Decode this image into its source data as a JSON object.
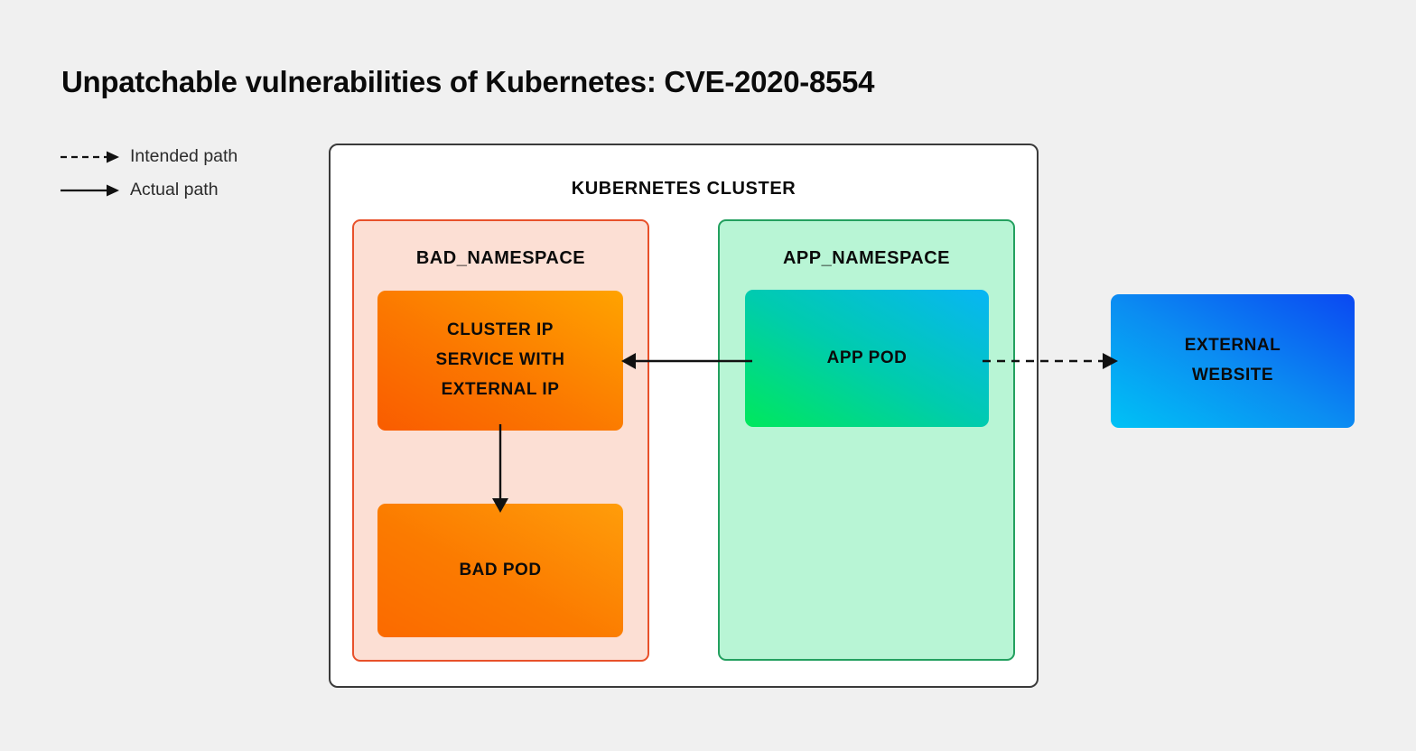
{
  "page": {
    "title": "Unpatchable vulnerabilities of Kubernetes: CVE-2020-8554",
    "background_color": "#f0f0f0"
  },
  "legend": {
    "items": [
      {
        "label": "Intended path",
        "style": "dashed",
        "icon": "dashed-arrow-icon"
      },
      {
        "label": "Actual path",
        "style": "solid",
        "icon": "solid-arrow-icon"
      }
    ]
  },
  "diagram": {
    "cluster": {
      "title": "KUBERNETES CLUSTER",
      "border_color": "#3a3a3a",
      "fill_color": "#ffffff"
    },
    "namespaces": [
      {
        "id": "bad_namespace",
        "title": "BAD_NAMESPACE",
        "border_color": "#e8512a",
        "fill_color": "#fcdfd4",
        "nodes": [
          {
            "id": "cluster_ip_service",
            "label": "CLUSTER IP\nSERVICE WITH\nEXTERNAL IP",
            "line1": "CLUSTER IP",
            "line2": "SERVICE WITH",
            "line3": "EXTERNAL IP",
            "gradient_from": "#f95c00",
            "gradient_to": "#ffa300"
          },
          {
            "id": "bad_pod",
            "label": "BAD POD",
            "gradient_from": "#fb6a00",
            "gradient_to": "#ff9d0a"
          }
        ]
      },
      {
        "id": "app_namespace",
        "title": "APP_NAMESPACE",
        "border_color": "#23a05f",
        "fill_color": "#b8f5d5",
        "nodes": [
          {
            "id": "app_pod",
            "label": "APP POD",
            "gradient_from": "#00e85c",
            "gradient_to": "#08b5f5"
          }
        ]
      }
    ],
    "external": {
      "id": "external_website",
      "line1": "EXTERNAL",
      "line2": "WEBSITE",
      "gradient_from": "#00c2f5",
      "gradient_to": "#0b48f2"
    },
    "connections": [
      {
        "id": "app_pod_to_cluster_ip_service",
        "from": "app_pod",
        "to": "cluster_ip_service",
        "style": "solid",
        "direction": "left",
        "path_type": "actual"
      },
      {
        "id": "cluster_ip_service_to_bad_pod",
        "from": "cluster_ip_service",
        "to": "bad_pod",
        "style": "solid",
        "direction": "down",
        "path_type": "actual"
      },
      {
        "id": "app_pod_to_external_website",
        "from": "app_pod",
        "to": "external_website",
        "style": "dashed",
        "direction": "right",
        "path_type": "intended"
      }
    ]
  }
}
